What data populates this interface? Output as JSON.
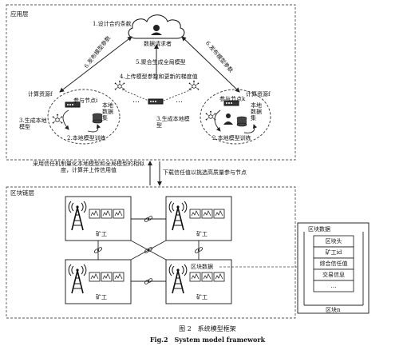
{
  "app_layer": {
    "title": "应用层",
    "requester": "数据请求者",
    "step1": "1.设计合约条款",
    "step6_left": "6.发布模型参数",
    "step6_right": "6.发布模型参数",
    "step5": "5.聚合生成全局模型",
    "step4": "4.上传模型参数和更新的梯度值",
    "left_cluster": {
      "compute": "计算资源f",
      "participant": "参与节点i",
      "local_data": "本地数据集",
      "step3": "3.生成本地模型",
      "step2": "2.本地模型训练"
    },
    "right_cluster": {
      "compute": "计算资源f",
      "participant": "参与节点k",
      "local_data": "本地数据集",
      "step3": "3.生成本地模型",
      "step2": "2.本地模型训练"
    },
    "ellipsis": "…"
  },
  "middle": {
    "left_note": "采用信任机制量化本地模型和全局模型的相似度，计算并上传信用值",
    "right_note": "下载信任值以挑选高质量参与节点"
  },
  "blockchain_layer": {
    "title": "区块链层",
    "miner_label": "矿工",
    "block_data_label": "区块数据"
  },
  "block_panel": {
    "title": "区块数据",
    "rows": [
      "区块头",
      "矿工id",
      "综合信任值",
      "交易信息",
      "…"
    ],
    "footer": "区块n"
  },
  "caption": {
    "cn": "图 2　系统模型框架",
    "en": "Fig.2　System model framework"
  },
  "colors": {
    "dash": "#555555",
    "line": "#222222"
  }
}
